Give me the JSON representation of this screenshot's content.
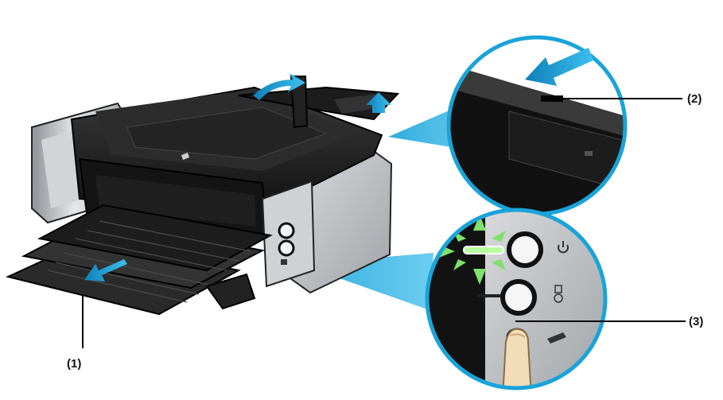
{
  "callouts": [
    {
      "id": "1",
      "label": "(1)"
    },
    {
      "id": "2",
      "label": "(2)"
    },
    {
      "id": "3",
      "label": "(3)"
    }
  ],
  "icons": [
    "power-icon",
    "resume-icon",
    "tray-icon",
    "arrow-icon",
    "pointing-finger-icon"
  ],
  "colors": {
    "accent_blue": "#1aa3d9",
    "highlight_green": "#7fe06a",
    "printer_black": "#1b1b1b",
    "printer_silver": "#c9ccd0"
  }
}
